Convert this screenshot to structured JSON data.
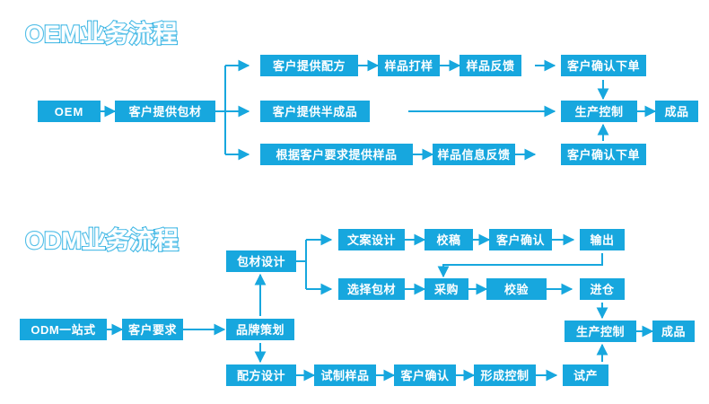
{
  "page": {
    "accent_color": "#17A7DE",
    "background_color": "#FFFFFF",
    "box_text_color": "#FFFFFF"
  },
  "sections": [
    {
      "id": "oem",
      "title": "OEM业务流程",
      "nodes": {
        "start": "OEM",
        "packaging": "客户提供包材",
        "branch1_step1": "客户提供配方",
        "branch1_step2": "样品打样",
        "branch1_step3": "样品反馈",
        "branch1_step4": "客户确认下单",
        "branch2_step1": "客户提供半成品",
        "branch3_step1": "根据客户要求提供样品",
        "branch3_step2": "样品信息反馈",
        "branch3_step3": "客户确认下单",
        "production": "生产控制",
        "finished": "成品"
      }
    },
    {
      "id": "odm",
      "title": "ODM业务流程",
      "nodes": {
        "start": "ODM一站式",
        "requirement": "客户要求",
        "branding": "品牌策划",
        "package_design": "包材设计",
        "copy_design": "文案设计",
        "proofread": "校稿",
        "client_confirm_top": "客户确认",
        "output": "输出",
        "select_package": "选择包材",
        "purchase": "采购",
        "inspection": "校验",
        "warehouse": "进仓",
        "formula_design": "配方设计",
        "trial_sample": "试制样品",
        "client_confirm_bottom": "客户确认",
        "form_control": "形成控制",
        "trial_production": "试产",
        "production": "生产控制",
        "finished": "成品"
      }
    }
  ]
}
